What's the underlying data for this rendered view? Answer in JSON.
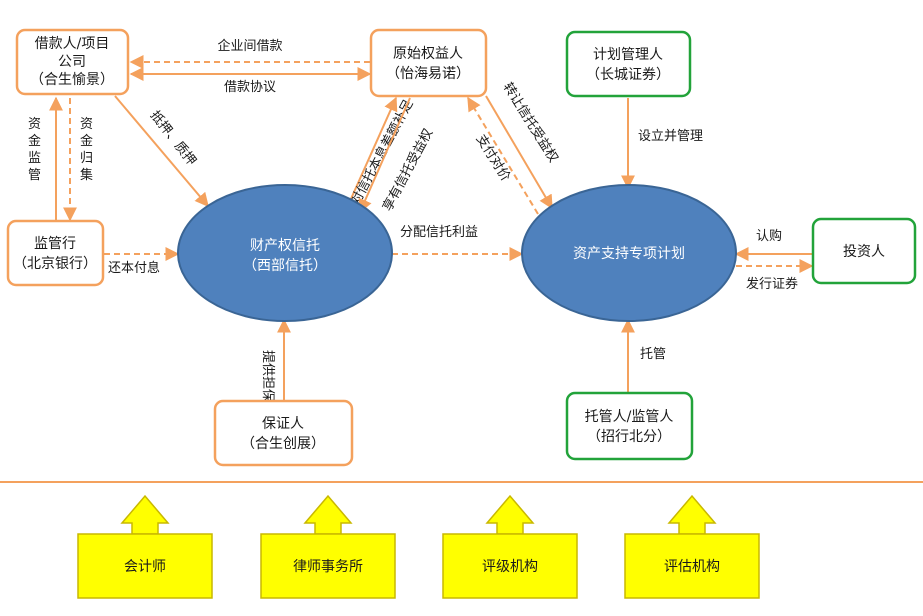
{
  "nodes": {
    "borrower": {
      "line1": "借款人/项目",
      "line2": "公司",
      "line3": "（合生愉景）"
    },
    "original_beneficiary": {
      "line1": "原始权益人",
      "line2": "（怡海易诺）"
    },
    "plan_manager": {
      "line1": "计划管理人",
      "line2": "（长城证券）"
    },
    "supervising_bank": {
      "line1": "监管行",
      "line2": "（北京银行）"
    },
    "property_trust": {
      "line1": "财产权信托",
      "line2": "（西部信托）"
    },
    "abs_plan": {
      "line1": "资产支持专项计划"
    },
    "investor": {
      "line1": "投资人"
    },
    "guarantor": {
      "line1": "保证人",
      "line2": "（合生创展）"
    },
    "custodian": {
      "line1": "托管人/监管人",
      "line2": "（招行北分）"
    }
  },
  "edges": {
    "inter_company_loan": "企业间借款",
    "loan_agreement": "借款协议",
    "mortgage_pledge": "抵押、质押",
    "fund_supervision": "资金监管",
    "fund_collection": "资金归集",
    "repay_principal_interest": "还本付息",
    "shortfall_supplement": "对信托本息差额补足",
    "enjoy_trust_benefit": "享有信托受益权",
    "transfer_trust_benefit": "转让信托受益权",
    "pay_consideration": "支付对价",
    "distribute_trust_income": "分配信托利益",
    "establish_manage": "设立并管理",
    "subscribe": "认购",
    "issue_securities": "发行证券",
    "provide_guarantee": "提供担保",
    "custody": "托管"
  },
  "agencies": [
    "会计师",
    "律师事务所",
    "评级机构",
    "评估机构"
  ],
  "colors": {
    "orange_border": "#f4a15d",
    "green_border": "#22a33a",
    "ellipse_fill": "#4f81bd",
    "ellipse_stroke": "#3a6595",
    "yellow_fill": "#ffff00",
    "yellow_stroke": "#c9b800",
    "divider": "#f4a15d"
  }
}
